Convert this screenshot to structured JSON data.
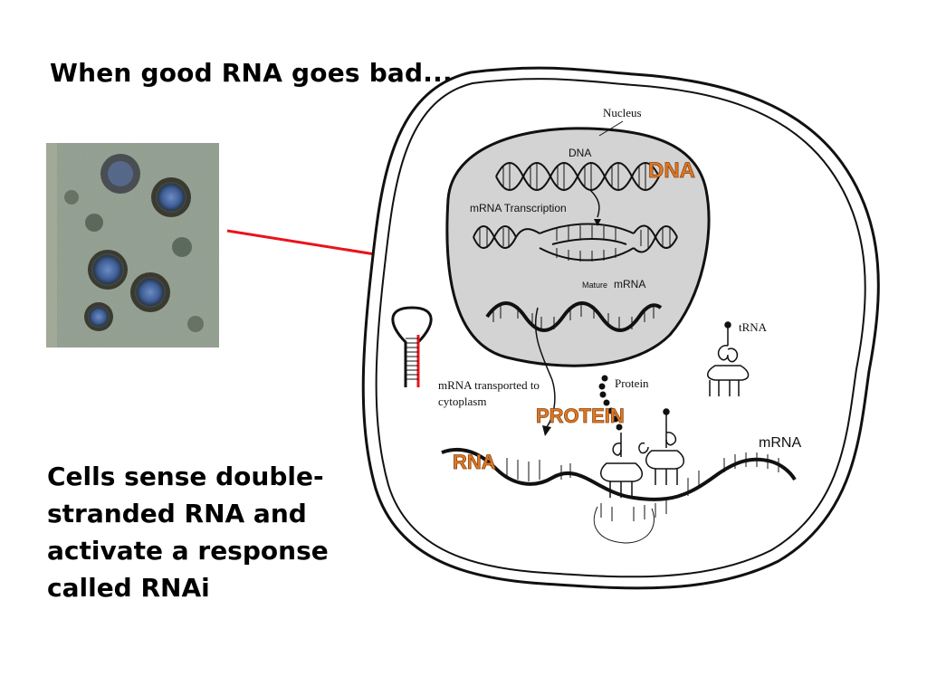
{
  "slide": {
    "title": "When good RNA goes bad",
    "title_ellipsis": "...",
    "caption_lines": [
      "Cells sense double-",
      "stranded RNA and",
      "activate a response",
      "called RNAi"
    ]
  },
  "diagram": {
    "labels": {
      "nucleus": "Nucleus",
      "dna_small": "DNA",
      "dna_big": "DNA",
      "transcription": "mRNA Transcription",
      "mature_prefix": "Mature",
      "mature_mrna": "mRNA",
      "trna": "tRNA",
      "protein_small": "Protein",
      "transport_line1": "mRNA transported to",
      "transport_line2": "cytoplasm",
      "protein_big": "PROTEIN",
      "rna_big": "RNA",
      "mrna_right": "mRNA"
    }
  },
  "colors": {
    "arrow": "#e8141b",
    "accent_label": "#e07a25",
    "nucleus_fill": "#d3d3d3",
    "hairpin_red": "#e8141b"
  }
}
